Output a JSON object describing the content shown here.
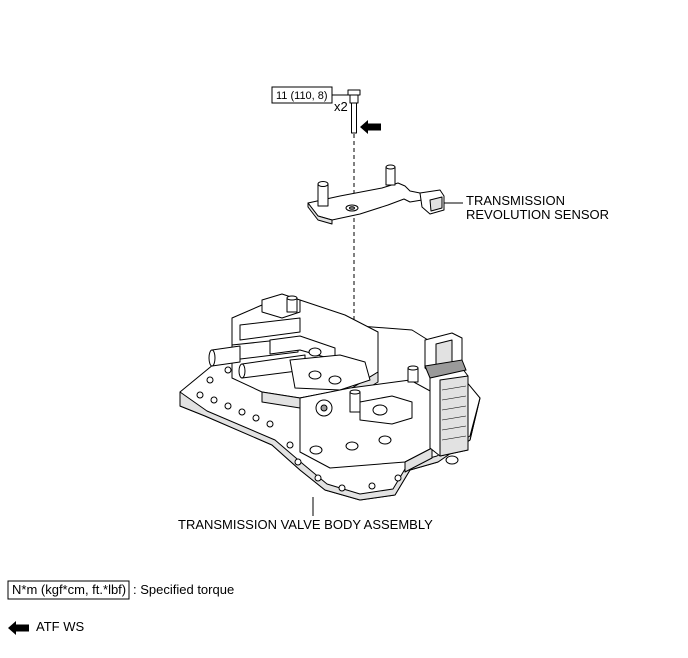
{
  "torque_callout": {
    "value": "11 (110, 8)",
    "quantity": "x2"
  },
  "labels": {
    "sensor_line1": "TRANSMISSION",
    "sensor_line2": "REVOLUTION SENSOR",
    "valve_body": "TRANSMISSION VALVE BODY ASSEMBLY"
  },
  "legend": {
    "torque_units": "N*m (kgf*cm, ft.*lbf)",
    "torque_desc": ": Specified torque",
    "fluid": "ATF WS"
  }
}
